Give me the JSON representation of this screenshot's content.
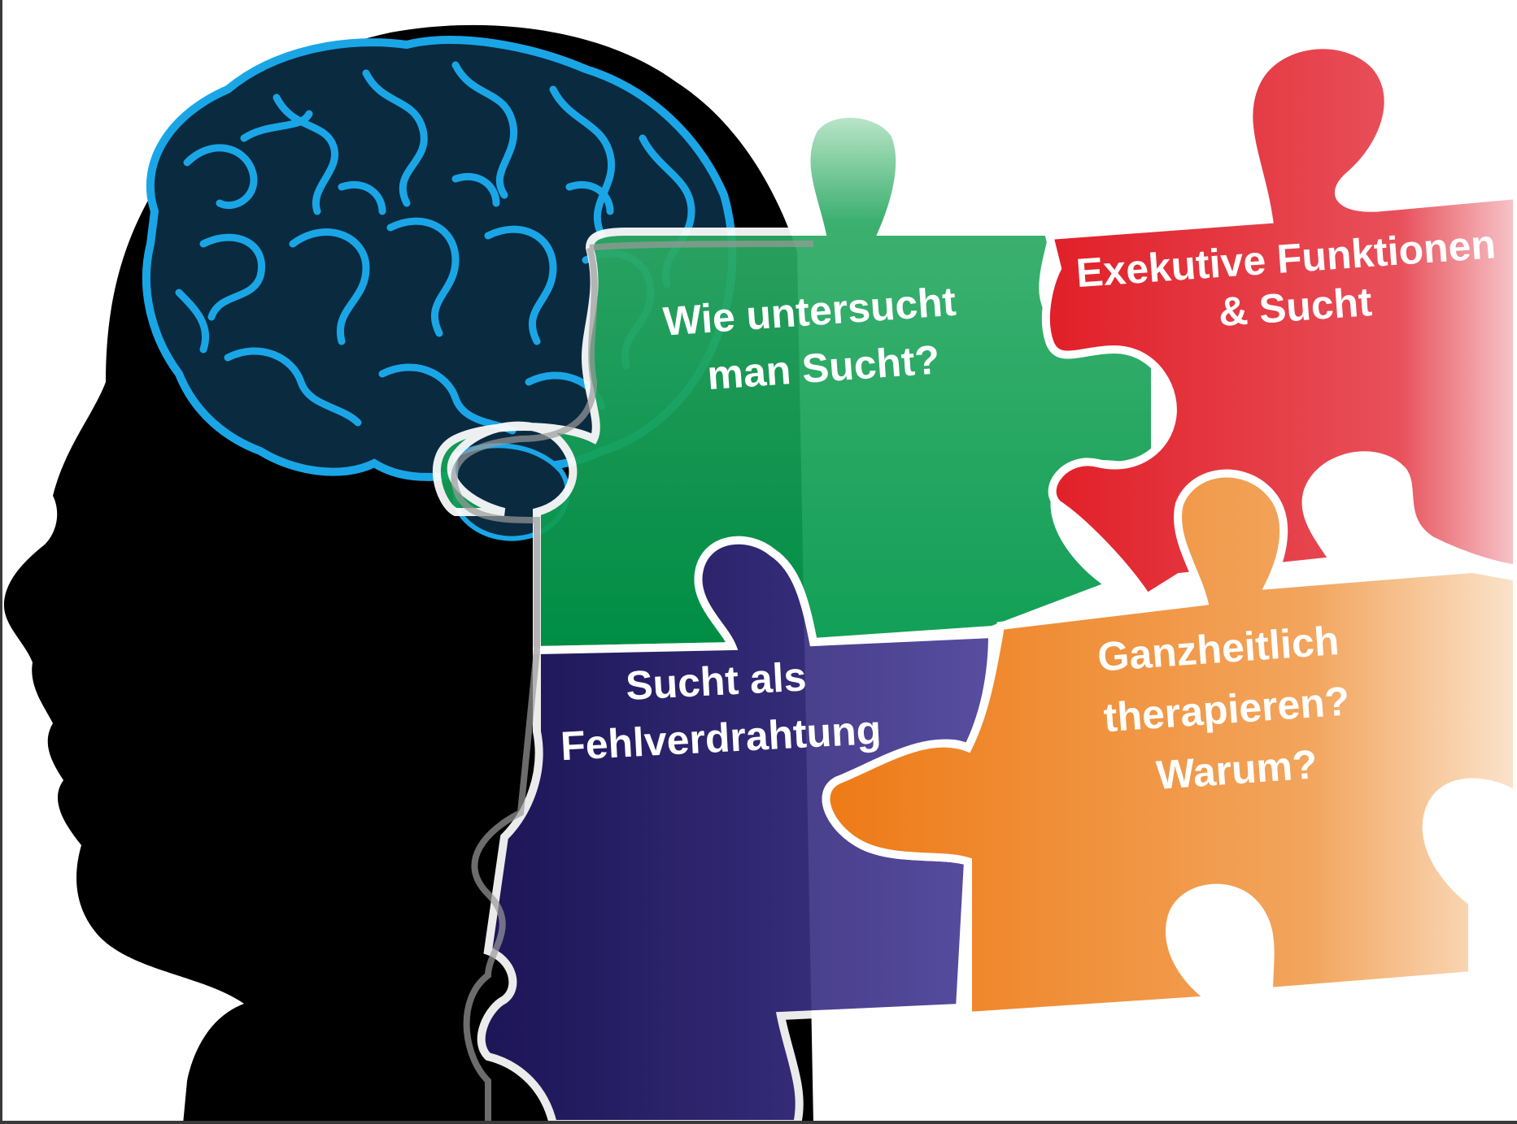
{
  "pieces": {
    "green": {
      "lines": [
        "Wie untersucht",
        "man Sucht?"
      ],
      "color": "#0a9a48"
    },
    "red": {
      "lines": [
        "Exekutive Funktionen",
        "& Sucht"
      ],
      "color": "#e8404e"
    },
    "purple": {
      "lines": [
        "Sucht als",
        "Fehlverdrahtung"
      ],
      "color": "#3a2f86"
    },
    "orange": {
      "lines": [
        "Ganzheitlich",
        "therapieren?",
        "Warum?"
      ],
      "color": "#f08a2a"
    }
  },
  "colors": {
    "silhouette": "#000000",
    "brain": "#1aa6e6",
    "label_text": "#ffffff",
    "piece_outline": "#ffffff"
  }
}
